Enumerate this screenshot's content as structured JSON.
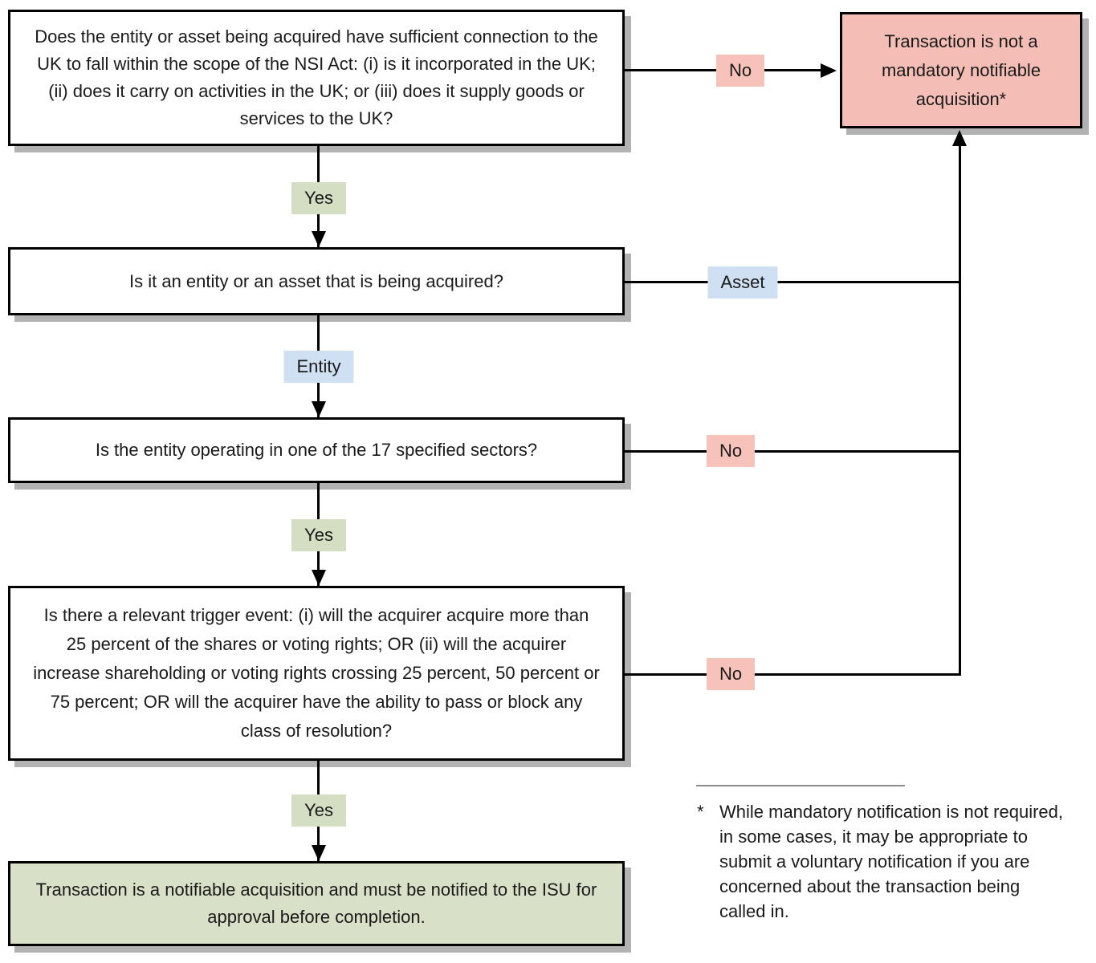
{
  "colors": {
    "yes_label_bg": "#d4dec2",
    "no_label_bg": "#f6c2ba",
    "entity_asset_label_bg": "#cfe0f3",
    "negative_outcome_bg": "#f4bdb5",
    "positive_outcome_bg": "#d8e1c8",
    "box_border": "#000000",
    "connector_line": "#000000",
    "box_shadow": "#b2b2b2",
    "text": "#1a1a1a",
    "footnote_divider": "#8c8c8c"
  },
  "flowchart": {
    "q1": {
      "text": "Does the entity or asset being acquired have sufficient connection to the UK to fall within the scope of the NSI Act: (i) is it incorporated in the UK; (ii) does it carry on activities in the UK; or (iii) does it supply goods or services to the UK?"
    },
    "q2": {
      "text": "Is it an entity or an asset that is being acquired?"
    },
    "q3": {
      "text": "Is the entity operating in one of the 17 specified sectors?"
    },
    "q4": {
      "text": "Is there a relevant trigger event: (i) will the acquirer acquire more than 25 percent of the shares or voting rights; OR (ii) will the acquirer increase shareholding or voting rights crossing 25 percent, 50 percent or 75 percent; OR will the acquirer have the ability to pass or block any class of resolution?"
    },
    "outcome_negative": {
      "text": "Transaction is not a mandatory notifiable acquisition*"
    },
    "outcome_positive": {
      "text": "Transaction is a notifiable acquisition and must be notified to the ISU for approval before completion."
    },
    "labels": {
      "yes1": "Yes",
      "yes2": "Yes",
      "yes3": "Yes",
      "no1": "No",
      "no2": "No",
      "no3": "No",
      "entity": "Entity",
      "asset": "Asset"
    },
    "footnote": {
      "marker": "*",
      "text": "While mandatory notification is not required, in some cases, it may be appropriate to submit a voluntary notification if you are concerned about the transaction being called in."
    }
  }
}
